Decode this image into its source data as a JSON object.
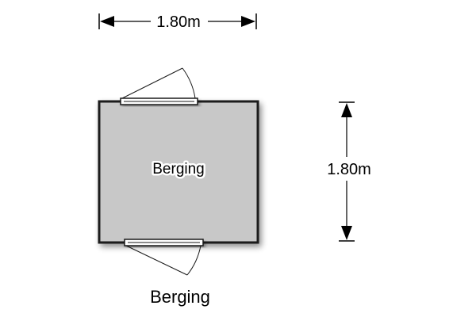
{
  "dimensions": {
    "width_label": "1.80m",
    "height_label": "1.80m"
  },
  "room": {
    "name": "Berging",
    "fill_color": "#c8c8c8",
    "wall_color": "#1a1a1a"
  },
  "caption": "Berging"
}
